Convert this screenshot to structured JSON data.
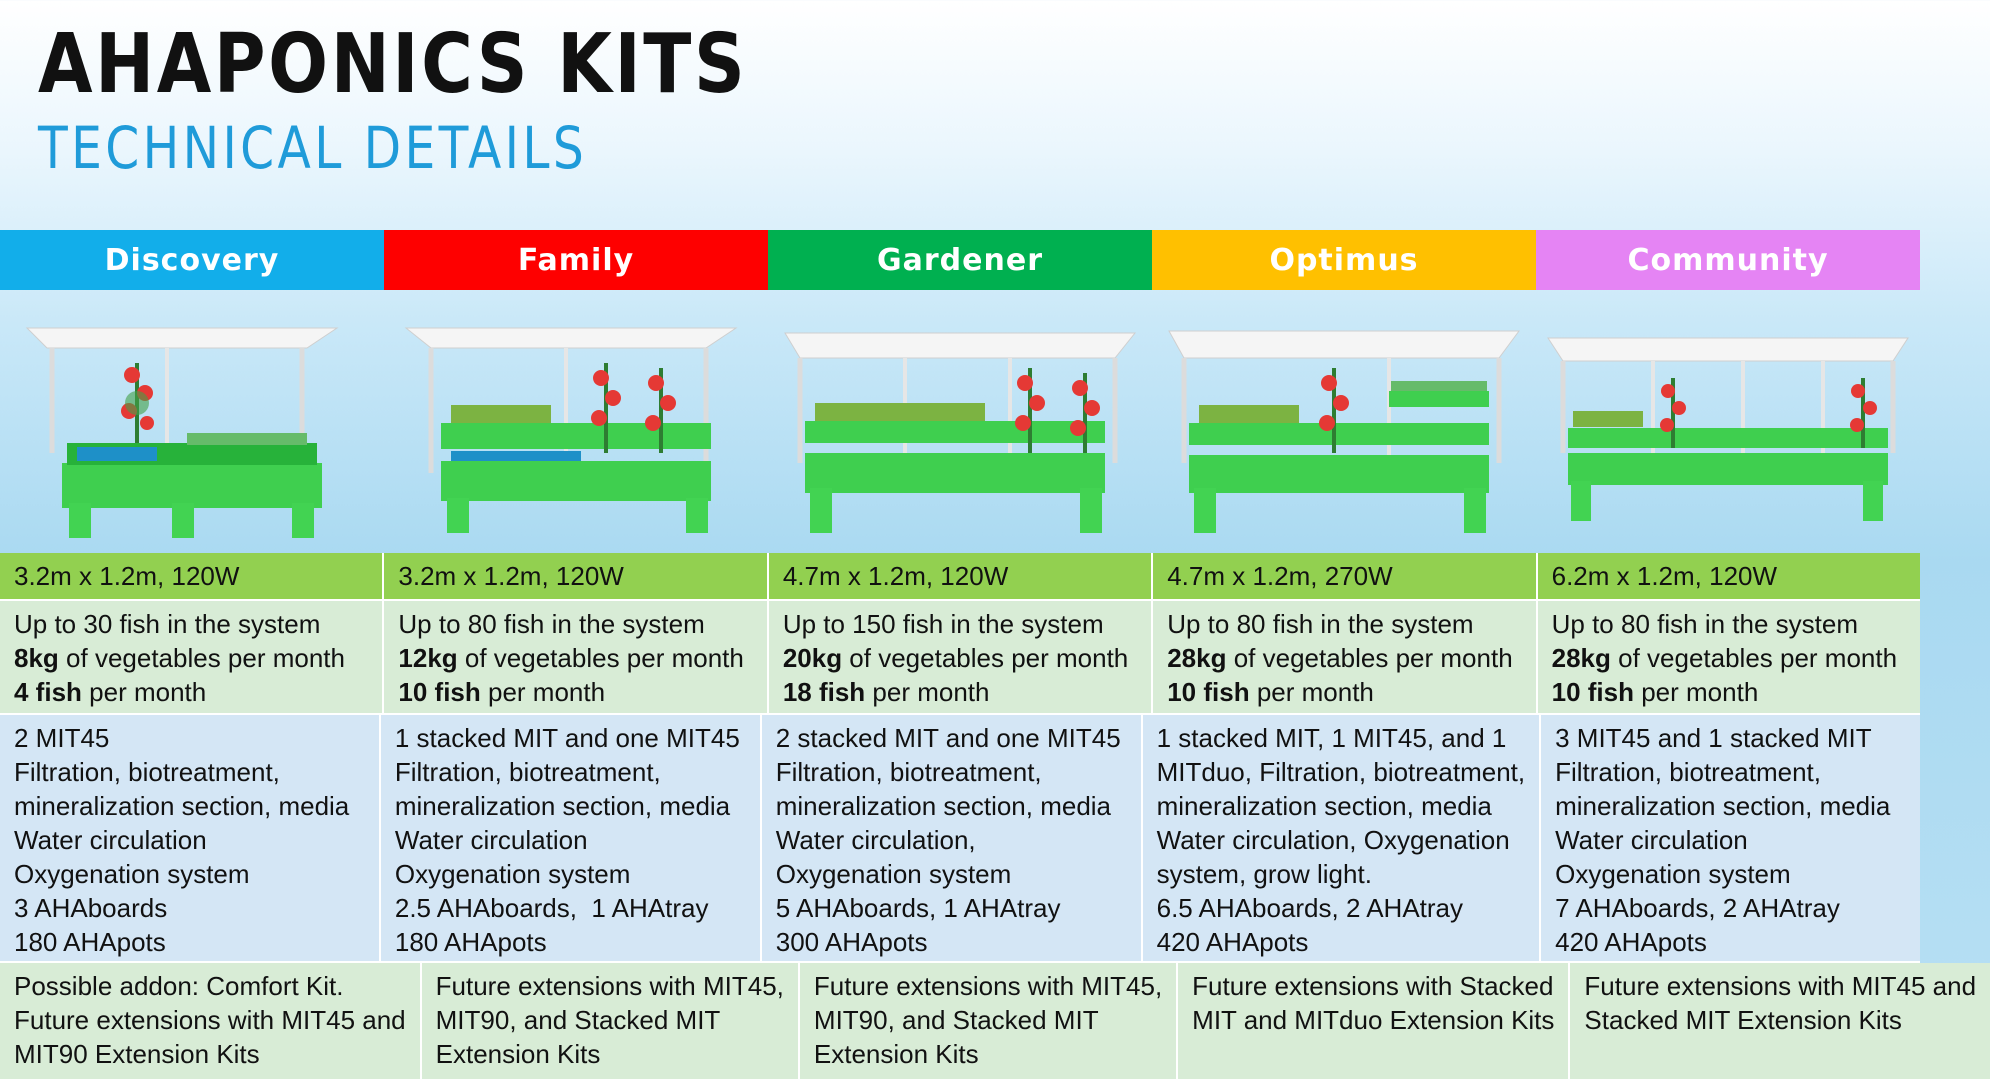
{
  "title": "AHAPONICS KITS",
  "subtitle": "TECHNICAL DETAILS",
  "colors": {
    "discovery": "#12aeea",
    "family": "#fe0000",
    "gardener": "#00b050",
    "optimus": "#ffc000",
    "community": "#e584f4"
  },
  "kits": [
    {
      "name": "Discovery",
      "image": "aquaponics-kit-small",
      "dims": "3.2m x 1.2m, 120W",
      "fish_capacity": "Up to 30 fish in the system",
      "veg_amount": "8kg",
      "veg_text": " of vegetables per month",
      "fish_amount": "4 fish",
      "fish_text": " per month",
      "components": [
        "2 MIT45",
        "Filtration, biotreatment,",
        "mineralization section, media",
        "Water circulation",
        "Oxygenation system",
        "3 AHAboards",
        "180 AHApots"
      ],
      "extensions": [
        "Possible addon: Comfort Kit.",
        "Future extensions with MIT45 and",
        "MIT90 Extension Kits"
      ]
    },
    {
      "name": "Family",
      "image": "aquaponics-kit-stacked",
      "dims": "3.2m x 1.2m, 120W",
      "fish_capacity": "Up to 80 fish in the system",
      "veg_amount": "12kg",
      "veg_text": " of vegetables per month",
      "fish_amount": "10 fish",
      "fish_text": " per month",
      "components": [
        "1 stacked MIT and one MIT45",
        "Filtration, biotreatment,",
        "mineralization section, media",
        "Water circulation",
        "Oxygenation system",
        "2.5 AHAboards,  1 AHAtray",
        "180 AHApots"
      ],
      "extensions": [
        "Future extensions with MIT45,",
        "MIT90, and Stacked MIT",
        "Extension Kits"
      ]
    },
    {
      "name": "Gardener",
      "image": "aquaponics-kit-medium",
      "dims": "4.7m x 1.2m, 120W",
      "fish_capacity": "Up to 150 fish in the system",
      "veg_amount": "20kg",
      "veg_text": " of vegetables per month",
      "fish_amount": "18 fish",
      "fish_text": " per month",
      "components": [
        "2 stacked MIT and one MIT45",
        "Filtration, biotreatment,",
        "mineralization section, media",
        "Water circulation,",
        "Oxygenation system",
        "5 AHAboards, 1 AHAtray",
        "300 AHApots"
      ],
      "extensions": [
        "Future extensions with MIT45,",
        "MIT90, and Stacked MIT",
        "Extension Kits"
      ]
    },
    {
      "name": "Optimus",
      "image": "aquaponics-kit-duo",
      "dims": "4.7m x 1.2m, 270W",
      "fish_capacity": "Up to 80 fish in the system",
      "veg_amount": "28kg",
      "veg_text": " of vegetables per month",
      "fish_amount": "10 fish",
      "fish_text": " per month",
      "components": [
        "1 stacked MIT, 1 MIT45, and 1",
        "MITduo, Filtration, biotreatment,",
        "mineralization section, media",
        "Water circulation, Oxygenation",
        "system, grow light.",
        "6.5 AHAboards, 2 AHAtray",
        "420 AHApots"
      ],
      "extensions": [
        "Future extensions with Stacked",
        "MIT and MITduo Extension Kits"
      ]
    },
    {
      "name": "Community",
      "image": "aquaponics-kit-large",
      "dims": "6.2m x 1.2m, 120W",
      "fish_capacity": "Up to 80 fish in the system",
      "veg_amount": "28kg",
      "veg_text": " of vegetables per month",
      "fish_amount": "10 fish",
      "fish_text": " per month",
      "components": [
        "3 MIT45 and 1 stacked MIT",
        "Filtration, biotreatment,",
        "mineralization section, media",
        "Water circulation",
        "Oxygenation system",
        "7 AHAboards, 2 AHAtray",
        "420 AHApots"
      ],
      "extensions": [
        "Future extensions with MIT45 and",
        "Stacked MIT Extension Kits"
      ]
    }
  ]
}
